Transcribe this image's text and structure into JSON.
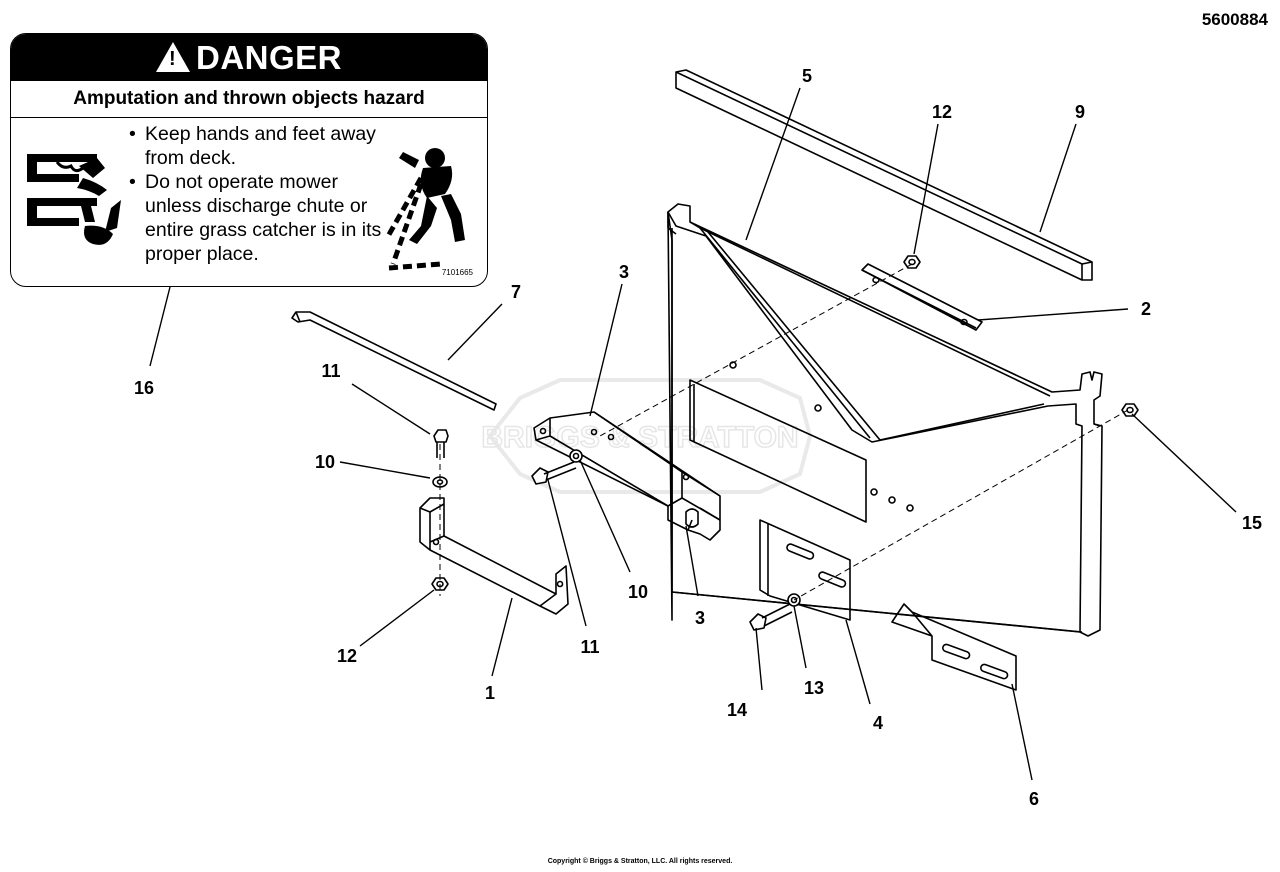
{
  "document_number": "5600884",
  "copyright": "Copyright © Briggs & Stratton, LLC. All rights reserved.",
  "watermark": "BRIGGS & STRATTON",
  "decal": {
    "header": "DANGER",
    "subheader": "Amputation and thrown objects hazard",
    "bullets": [
      "Keep hands and feet away from deck.",
      "Do not operate mower unless discharge chute or entire grass catcher is in its proper place."
    ],
    "code": "7101665",
    "icons": [
      "hand-in-deck-icon",
      "foot-in-deck-icon",
      "thrown-objects-person-icon"
    ]
  },
  "callouts": [
    {
      "id": "c5",
      "label": "5"
    },
    {
      "id": "c12a",
      "label": "12"
    },
    {
      "id": "c9",
      "label": "9"
    },
    {
      "id": "c3a",
      "label": "3"
    },
    {
      "id": "c7",
      "label": "7"
    },
    {
      "id": "c2",
      "label": "2"
    },
    {
      "id": "c16",
      "label": "16"
    },
    {
      "id": "c11a",
      "label": "11"
    },
    {
      "id": "c10a",
      "label": "10"
    },
    {
      "id": "c15",
      "label": "15"
    },
    {
      "id": "c10b",
      "label": "10"
    },
    {
      "id": "c3b",
      "label": "3"
    },
    {
      "id": "c11b",
      "label": "11"
    },
    {
      "id": "c12b",
      "label": "12"
    },
    {
      "id": "c1",
      "label": "1"
    },
    {
      "id": "c13",
      "label": "13"
    },
    {
      "id": "c14",
      "label": "14"
    },
    {
      "id": "c4",
      "label": "4"
    },
    {
      "id": "c6",
      "label": "6"
    }
  ]
}
